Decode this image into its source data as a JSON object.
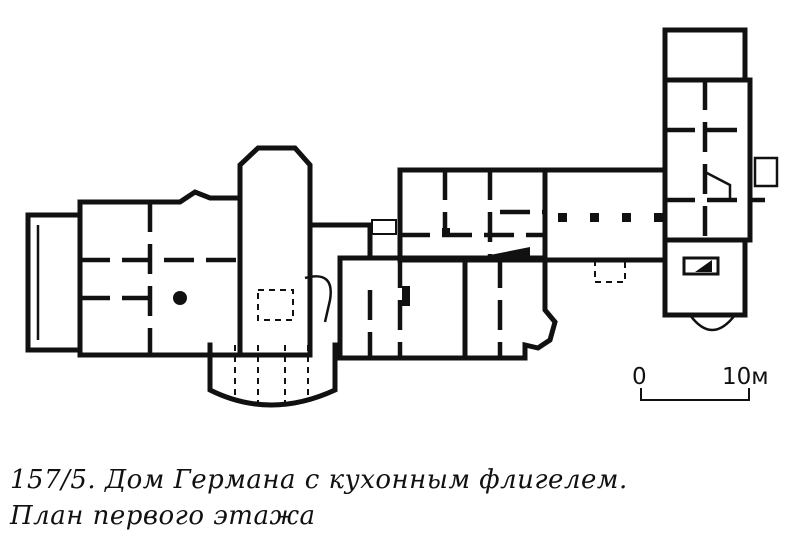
{
  "figure": {
    "scale_bar": {
      "start_label": "0",
      "end_label": "10м"
    },
    "caption": {
      "line1": "157/5. Дом Германа с кухонным флигелем.",
      "line2": "План первого этажа"
    }
  }
}
